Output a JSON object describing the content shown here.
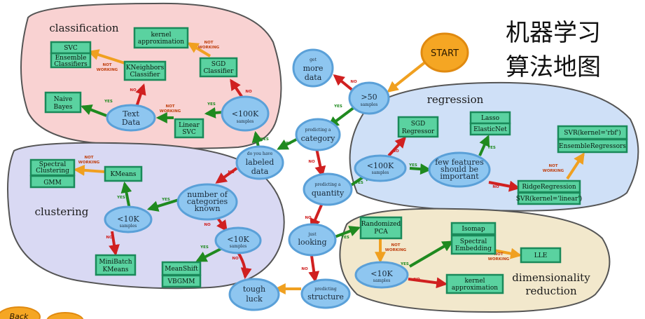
{
  "title": [
    "机器学习",
    "算法地图"
  ],
  "colors": {
    "yes": "#1f8a1f",
    "no": "#d02020",
    "notworking": "#f0a020",
    "node_fill": "#8ec6f0",
    "node_stroke": "#5aa0d8",
    "box_fill": "#5ad2a0",
    "box_stroke": "#1a8a5a",
    "start_fill": "#f5a623"
  },
  "regions": {
    "classification": "classification",
    "clustering": "clustering",
    "regression": "regression",
    "dimensionality": [
      "dimensionality",
      "reduction"
    ]
  },
  "start": "START",
  "nodes": {
    "more_data": [
      "get",
      "more",
      "data"
    ],
    "gt50": [
      ">50",
      "samples"
    ],
    "predicting_category": [
      "predicting a",
      "category"
    ],
    "labeled_data": [
      "do you have",
      "labeled",
      "data"
    ],
    "lt100k_class": [
      "<100K",
      "samples"
    ],
    "text_data": [
      "Text",
      "Data"
    ],
    "predicting_quantity": [
      "predicting a",
      "quantity"
    ],
    "lt100k_reg": [
      "<100K",
      "samples"
    ],
    "few_features": [
      "few features",
      "should be",
      "important"
    ],
    "num_categories": [
      "number of",
      "categories",
      "known"
    ],
    "lt10k_cluster": [
      "<10K",
      "samples"
    ],
    "lt10k_cluster2": [
      "<10K",
      "samples"
    ],
    "just_looking": [
      "just",
      "looking"
    ],
    "lt10k_dim": [
      "<10K",
      "samples"
    ],
    "predicting_structure": [
      "predicting",
      "structure"
    ],
    "tough_luck": [
      "tough",
      "luck"
    ]
  },
  "boxes": {
    "kernel_approx_class": [
      "kernel",
      "approximation"
    ],
    "svc_ensemble": [
      "SVC",
      "Ensemble",
      "Classifiers"
    ],
    "kneighbors": [
      "KNeighbors",
      "Classifier"
    ],
    "sgd_classifier": [
      "SGD",
      "Classifier"
    ],
    "naive_bayes": [
      "Naive",
      "Bayes"
    ],
    "linear_svc": [
      "Linear",
      "SVC"
    ],
    "spectral_clustering": [
      "Spectral",
      "Clustering"
    ],
    "gmm": "GMM",
    "kmeans": "KMeans",
    "minibatch_kmeans": [
      "MiniBatch",
      "KMeans"
    ],
    "meanshift": "MeanShift",
    "vbgmm": "VBGMM",
    "sgd_regressor": [
      "SGD",
      "Regressor"
    ],
    "lasso": "Lasso",
    "elasticnet": "ElasticNet",
    "svr_rbf": "SVR(kernel='rbf')",
    "ensemble_regressors": "EnsembleRegressors",
    "ridge": "RidgeRegression",
    "svr_linear": "SVR(kernel='linear')",
    "randomized_pca": [
      "Randomized",
      "PCA"
    ],
    "isomap": "Isomap",
    "spectral_embedding": [
      "Spectral",
      "Embedding"
    ],
    "lle": "LLE",
    "kernel_approx_dim": [
      "kernel",
      "approximation"
    ]
  },
  "edge_labels": {
    "yes": "YES",
    "no": "NO",
    "not_working": [
      "NOT",
      "WORKING"
    ]
  },
  "footer": {
    "back": "Back"
  }
}
